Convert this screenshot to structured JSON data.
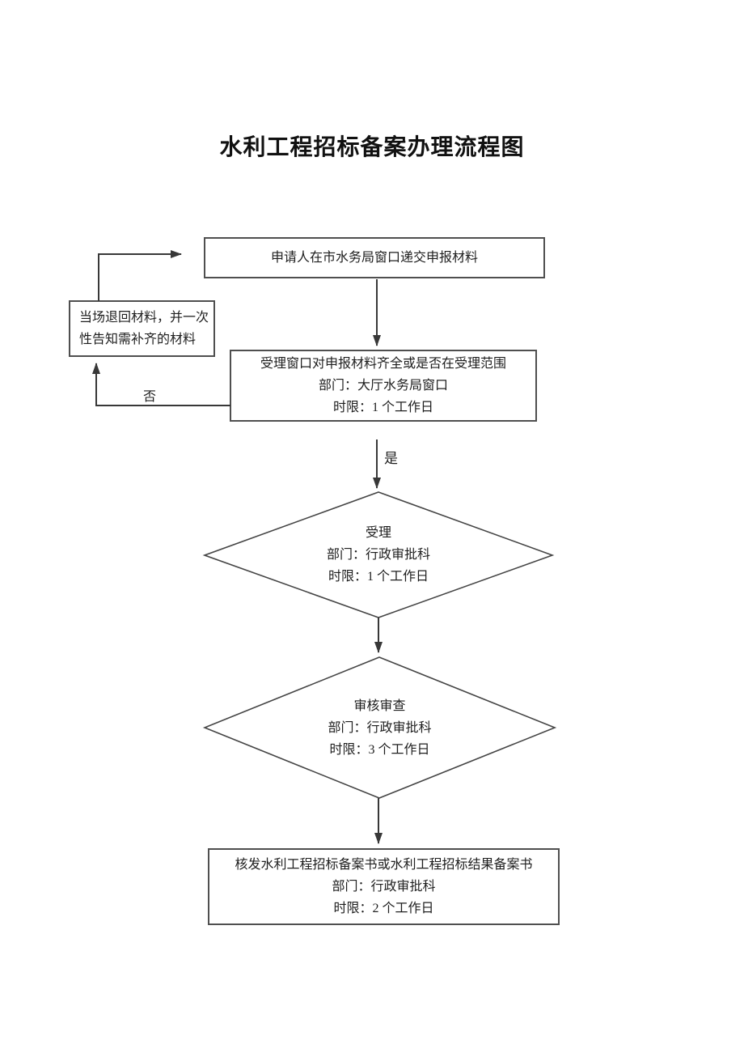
{
  "page": {
    "background": "#ffffff",
    "ink": "#1e1e1e",
    "line_color": "#383838"
  },
  "title": "水利工程招标备案办理流程图",
  "flow": {
    "submit_box": {
      "text": "申请人在市水务局窗口递交申报材料"
    },
    "return_box": {
      "line1": "当场退回材料，并一次",
      "line2": "性告知需补齐的材料"
    },
    "screen_box": {
      "line1": "受理窗口对申报材料齐全或是否在受理范围",
      "line2": "部门：大厅水务局窗口",
      "line3": "时限：1 个工作日"
    },
    "no_label": "否",
    "yes_label": "是",
    "accept_diamond": {
      "line1": "受理",
      "line2": "部门：行政审批科",
      "line3": "时限：1 个工作日"
    },
    "review_diamond": {
      "line1": "审核审查",
      "line2": "部门：行政审批科",
      "line3": "时限：3 个工作日"
    },
    "issue_box": {
      "line1": "核发水利工程招标备案书或水利工程招标结果备案书",
      "line2": "部门：行政审批科",
      "line3": "时限：2 个工作日"
    }
  }
}
